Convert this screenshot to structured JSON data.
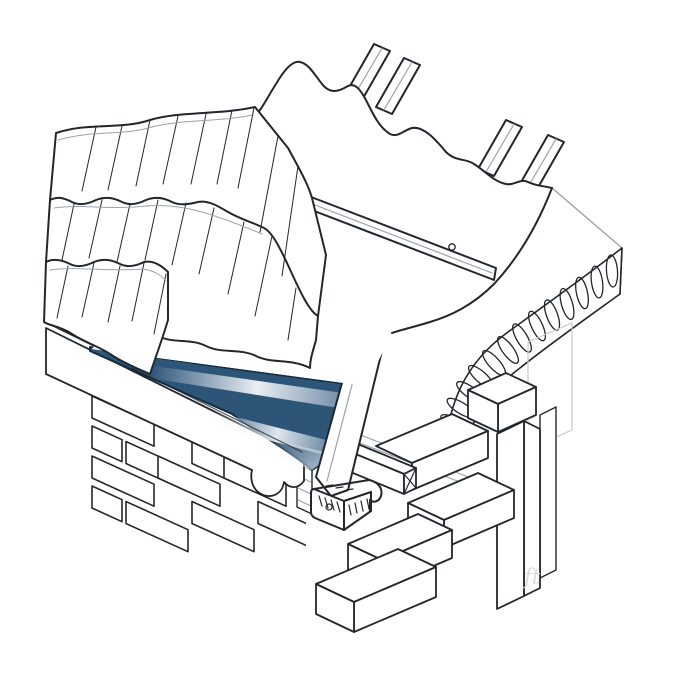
{
  "figure": {
    "type": "isometric-construction-detail",
    "watermark": "ft"
  },
  "colors": {
    "background": "#ffffff",
    "ink": "#23272d",
    "line_light": "#9aa2ab",
    "tray_blue": "#2d5578",
    "tray_blue_deep": "#1b3a55",
    "tray_edge": "#142c40",
    "sheen": "#f2f6fa",
    "watermark": "#d8dbde"
  },
  "parts": {
    "roof_tiles": "profiled-roof-tiles",
    "underlay": "gridded-underlay-membrane",
    "batten": "tile-batten",
    "rafters": "rafters",
    "tray": "eaves-protector-tray",
    "fascia": "fascia-board",
    "vent": "over-fascia-vent-strip",
    "wall_plate": "wall-plate",
    "insulation": "loft-insulation-quilt",
    "outer_wall": "outer-brick-leaf",
    "inner_wall": "inner-block-leaf"
  }
}
